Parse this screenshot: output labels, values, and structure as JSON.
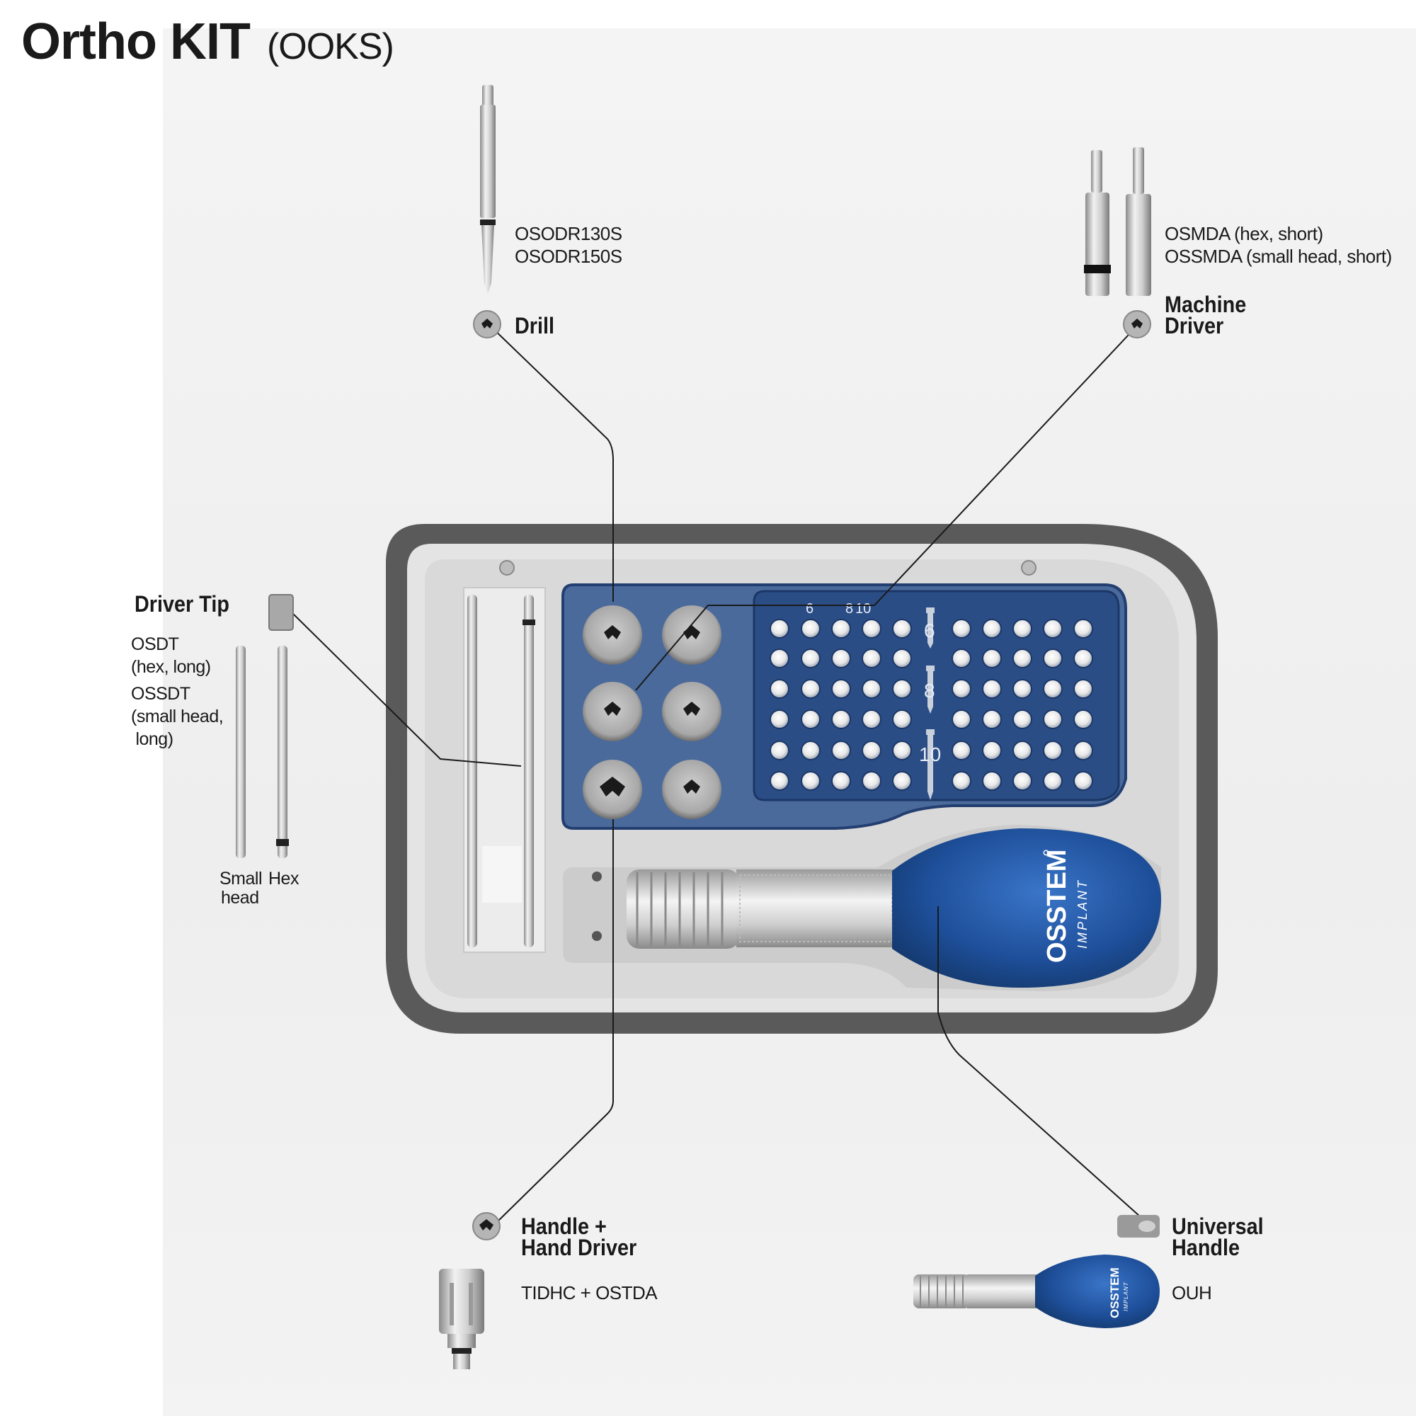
{
  "title": {
    "main": "Ortho KIT",
    "code": "(OOKS)"
  },
  "components": {
    "drill": {
      "name": "Drill",
      "codes": [
        "OSODR130S",
        "OSODR150S"
      ]
    },
    "machine_driver": {
      "name_line1": "Machine",
      "name_line2": "Driver",
      "codes": [
        "OSMDA (hex, short)",
        "OSSMDA (small head, short)"
      ]
    },
    "driver_tip": {
      "name": "Driver Tip",
      "codes": [
        "OSDT",
        "(hex, long)",
        "OSSDT",
        "(small head,",
        " long)"
      ],
      "variant_labels": [
        "Small",
        "head",
        "Hex"
      ]
    },
    "handle_hand_driver": {
      "name_line1": "Handle +",
      "name_line2": "Hand Driver",
      "codes": [
        "TIDHC + OSTDA"
      ]
    },
    "universal_handle": {
      "name_line1": "Universal",
      "name_line2": "Handle",
      "codes": [
        "OUH"
      ]
    }
  },
  "tray": {
    "grid_labels": [
      "6",
      "8",
      "10"
    ],
    "grid_top_labels": [
      "6",
      "8",
      "10"
    ],
    "brand": "OSSTEM",
    "brand_sub": "IMPLANT",
    "brand_mark": "°"
  },
  "colors": {
    "tray_blue": "#3f5f8f",
    "grid_blue": "#2b4d86",
    "handle_blue": "#1e4f9a",
    "tray_frame": "#555555",
    "tray_body": "#e6e6e6"
  }
}
